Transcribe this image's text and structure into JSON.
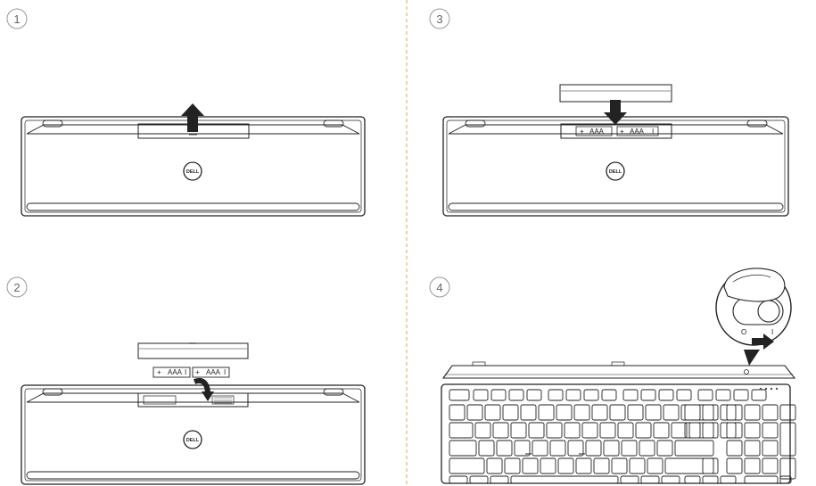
{
  "steps": [
    {
      "number": "1"
    },
    {
      "number": "2"
    },
    {
      "number": "3"
    },
    {
      "number": "4"
    }
  ],
  "logo_text": "DELL",
  "battery": {
    "plus": "+",
    "label": "AAA",
    "minus": "I"
  },
  "switch": {
    "off_label": "O",
    "on_label": "I"
  },
  "colors": {
    "line": "#222222",
    "divider": "#e8b46a",
    "badge": "#999999",
    "key_led": "#555555"
  },
  "icons": [
    "up-arrow-icon",
    "down-arrow-icon",
    "curved-insert-arrow-icon",
    "right-arrow-icon",
    "finger-icon",
    "power-switch-icon",
    "dell-logo-icon"
  ]
}
